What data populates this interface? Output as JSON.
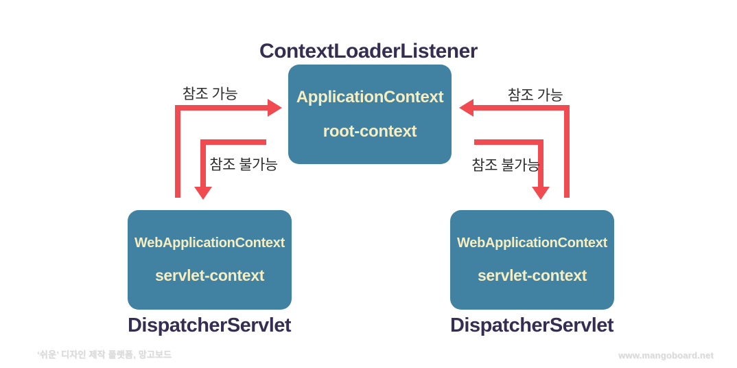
{
  "diagram": {
    "title": "ContextLoaderListener",
    "root_box": {
      "line1": "ApplicationContext",
      "line2": "root-context"
    },
    "servlet_box_left": {
      "line1": "WebApplicationContext",
      "line2": "servlet-context",
      "caption": "DispatcherServlet"
    },
    "servlet_box_right": {
      "line1": "WebApplicationContext",
      "line2": "servlet-context",
      "caption": "DispatcherServlet"
    },
    "arrows": [
      {
        "side": "left",
        "label": "참조 가능",
        "direction": "servlet-context to root-context"
      },
      {
        "side": "left",
        "label": "참조 불가능",
        "direction": "root-context to servlet-context"
      },
      {
        "side": "right",
        "label": "참조 가능",
        "direction": "servlet-context to root-context"
      },
      {
        "side": "right",
        "label": "참조 불가능",
        "direction": "root-context to servlet-context"
      }
    ]
  },
  "watermarks": {
    "left": "‘쉬운’ 디자인 제작 플랫폼, 망고보드",
    "right": "www.mangoboard.net"
  },
  "colors": {
    "box_fill": "#4181A1",
    "box_text": "#F5EEC3",
    "arrow": "#EF4B51",
    "heading_text": "#362E50",
    "label_text": "#2B2B2B",
    "background": "#FFFFFF"
  }
}
